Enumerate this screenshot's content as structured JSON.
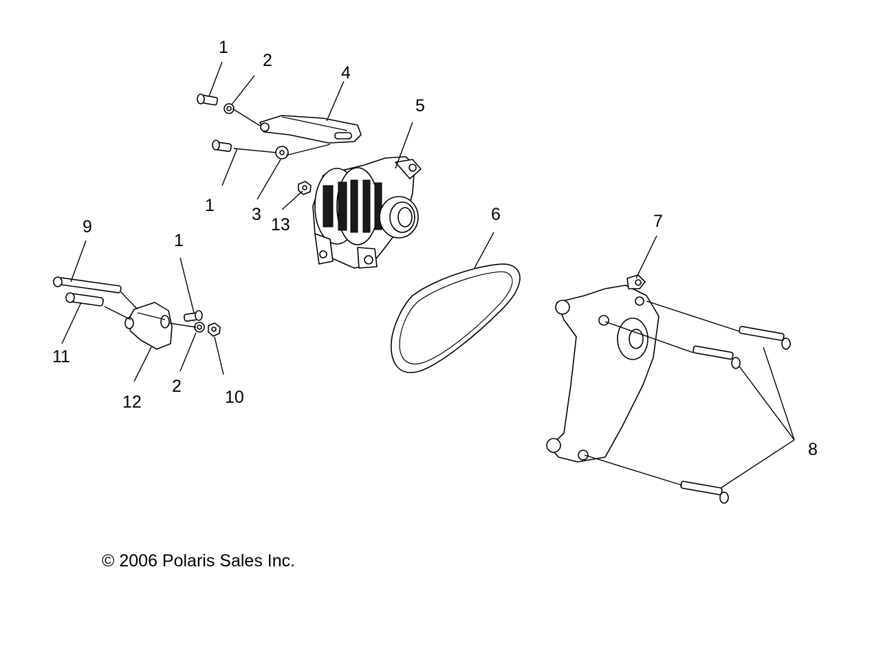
{
  "callouts": {
    "c1a": "1",
    "c2a": "2",
    "c4": "4",
    "c5": "5",
    "c1b": "1",
    "c3": "3",
    "c13": "13",
    "c6": "6",
    "c7": "7",
    "c9": "9",
    "c1c": "1",
    "c11": "11",
    "c12": "12",
    "c2b": "2",
    "c10": "10",
    "c8": "8"
  },
  "copyright": "© 2006 Polaris Sales Inc."
}
